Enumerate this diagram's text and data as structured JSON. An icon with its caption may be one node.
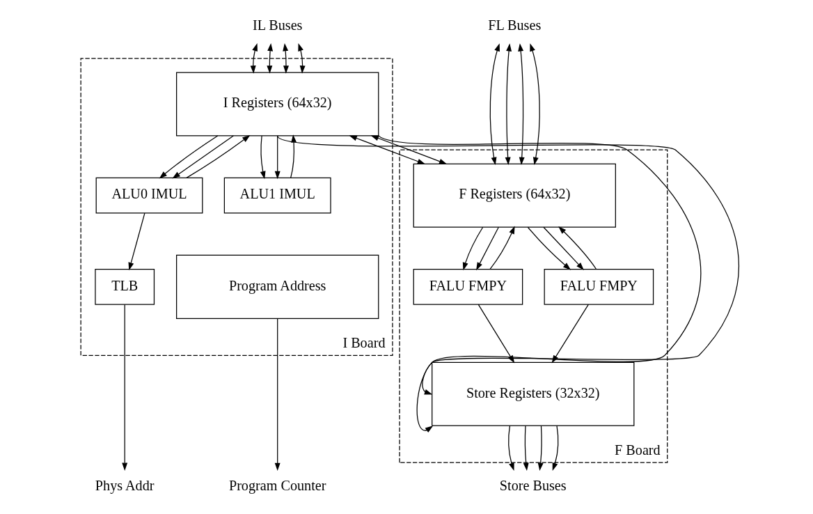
{
  "diagram": {
    "nodes": [
      {
        "text": [
          "IL Buses"
        ]
      },
      {
        "text": [
          "FL Buses"
        ]
      },
      {
        "text": [
          "I Board"
        ]
      },
      {
        "text": [
          "I Registers (64x32)"
        ],
        "in": 2
      },
      {
        "text": [
          "ALU0 IMUL"
        ],
        "in": 2
      },
      {
        "text": [
          "ALU1 IMUL"
        ],
        "in": 2
      },
      {
        "text": [
          "TLB"
        ],
        "in": 2
      },
      {
        "text": [
          "Program Address"
        ],
        "in": 2
      },
      {
        "text": [
          "F Board"
        ]
      },
      {
        "text": [
          "F Registers (64x32)"
        ],
        "in": 8
      },
      {
        "text": [
          "FALU FMPY"
        ],
        "in": 8
      },
      {
        "text": [
          "FALU FMPY"
        ],
        "in": 8
      },
      {
        "text": [
          "Store Registers (32x32)"
        ],
        "in": 8
      },
      {
        "text": [
          "Phys Addr"
        ]
      },
      {
        "text": [
          "Program Counter"
        ]
      },
      {
        "text": [
          "Store Buses"
        ]
      }
    ],
    "edges": [
      {
        "from": 0,
        "to": 3,
        "arrow": "both"
      },
      {
        "from": 0,
        "to": 3,
        "arrow": "both"
      },
      {
        "from": 0,
        "to": 3,
        "arrow": "both"
      },
      {
        "from": 0,
        "to": 3,
        "arrow": "both"
      },
      {
        "from": 1,
        "to": 9,
        "arrow": "both"
      },
      {
        "from": 1,
        "to": 9,
        "arrow": "both"
      },
      {
        "from": 1,
        "to": 9,
        "arrow": "both"
      },
      {
        "from": 1,
        "to": 9,
        "arrow": "both"
      },
      {
        "from": 3,
        "to": 9,
        "arrow": "both"
      },
      {
        "from": 3,
        "to": 9,
        "arrow": "both"
      },
      {
        "from": 3,
        "to": 12,
        "arrow": "to"
      },
      {
        "from": 3,
        "to": 12,
        "arrow": "to"
      },
      {
        "from": 3,
        "to": 4,
        "arrow": "to"
      },
      {
        "from": 3,
        "to": 4,
        "arrow": "to"
      },
      {
        "from": 4,
        "to": 3,
        "arrow": "to"
      },
      {
        "from": 4,
        "to": 6,
        "arrow": "to"
      },
      {
        "from": 3,
        "to": 5,
        "arrow": "to"
      },
      {
        "from": 3,
        "to": 5,
        "arrow": "to"
      },
      {
        "from": 5,
        "to": 3,
        "arrow": "to"
      },
      {
        "from": 9,
        "to": 10,
        "arrow": "to"
      },
      {
        "from": 9,
        "to": 10,
        "arrow": "to"
      },
      {
        "from": 10,
        "to": 9,
        "arrow": "to"
      },
      {
        "from": 10,
        "to": 12,
        "arrow": "to"
      },
      {
        "from": 9,
        "to": 11,
        "arrow": "to"
      },
      {
        "from": 9,
        "to": 11,
        "arrow": "to"
      },
      {
        "from": 11,
        "to": 9,
        "arrow": "to"
      },
      {
        "from": 11,
        "to": 12,
        "arrow": "to"
      },
      {
        "from": 6,
        "to": 13,
        "arrow": "to"
      },
      {
        "from": 7,
        "to": 14,
        "arrow": "to"
      },
      {
        "from": 12,
        "to": 15,
        "arrow": "to"
      },
      {
        "from": 12,
        "to": 15,
        "arrow": "to"
      },
      {
        "from": 12,
        "to": 15,
        "arrow": "to"
      },
      {
        "from": 12,
        "to": 15,
        "arrow": "to"
      }
    ]
  }
}
